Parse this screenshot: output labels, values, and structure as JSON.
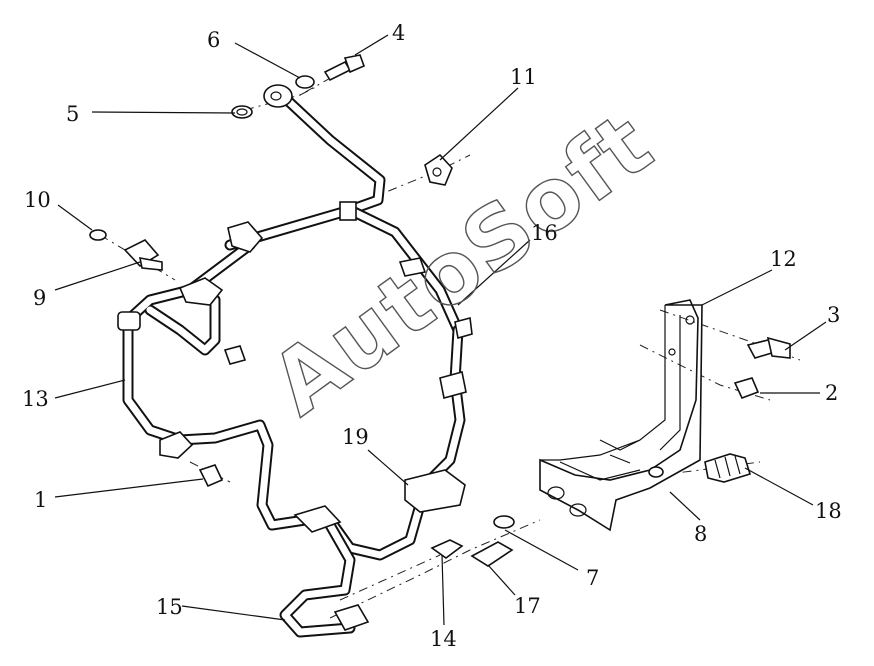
{
  "watermark": "AutoSoft",
  "callouts": {
    "c1": "1",
    "c2": "2",
    "c3": "3",
    "c4": "4",
    "c5": "5",
    "c6": "6",
    "c7": "7",
    "c8": "8",
    "c9": "9",
    "c10": "10",
    "c11": "11",
    "c12": "12",
    "c13": "13",
    "c14": "14",
    "c15": "15",
    "c16": "16",
    "c17": "17",
    "c18": "18",
    "c19": "19"
  }
}
